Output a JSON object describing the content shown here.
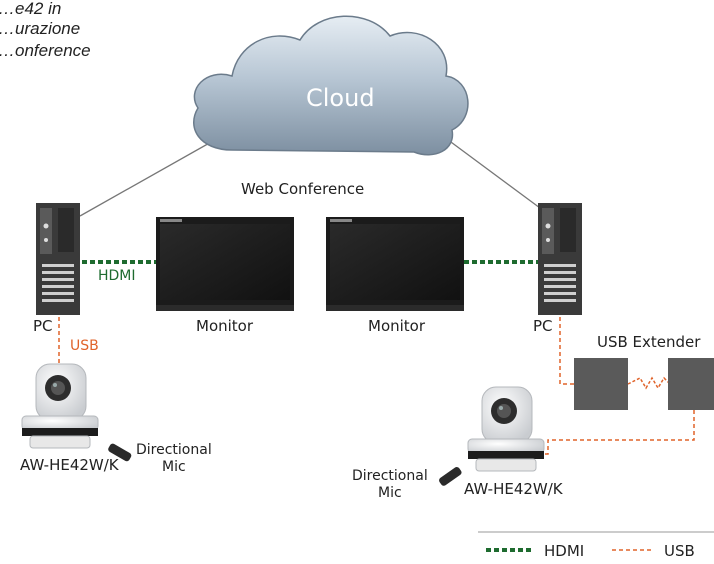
{
  "heading": {
    "line1": "…e42 in",
    "line2": "…urazione",
    "line3": "…onference"
  },
  "cloud": {
    "label": "Cloud"
  },
  "web_conference": {
    "label": "Web Conference"
  },
  "left": {
    "pc_label": "PC",
    "hdmi_label": "HDMI",
    "usb_label": "USB",
    "monitor_label": "Monitor",
    "camera_label": "AW-HE42W/K",
    "mic_label_line1": "Directional",
    "mic_label_line2": "Mic"
  },
  "right": {
    "pc_label": "PC",
    "monitor_label": "Monitor",
    "extender_label": "USB Extender",
    "camera_label": "AW-HE42W/K",
    "mic_label_line1": "Directional",
    "mic_label_line2": "Mic"
  },
  "legend": {
    "hdmi": "HDMI",
    "usb": "USB"
  },
  "colors": {
    "hdmi": "#1e6b2f",
    "usb": "#e0632a",
    "device_dark": "#3a3a3a",
    "extender": "#5a5a5a"
  }
}
